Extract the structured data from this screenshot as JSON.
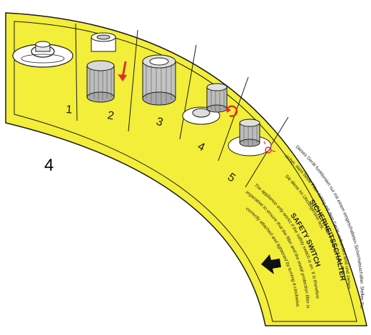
{
  "page_number": "4",
  "colors": {
    "label_yellow": "#f2ee3a",
    "ink": "#1a1a1a",
    "arrow_red": "#e0302a",
    "bin_grey": "#d8d8d8"
  },
  "steps": [
    {
      "number": "1",
      "icon": "vacuum-base-icon"
    },
    {
      "number": "2",
      "icon": "filter-insert-icon"
    },
    {
      "number": "3",
      "icon": "cartridge-filter-icon"
    },
    {
      "number": "4",
      "icon": "filter-twist-lock-icon"
    },
    {
      "number": "5",
      "icon": "safety-switch-check-icon"
    }
  ],
  "warning": {
    "title_de": "SICHERHEITSSCHALTER",
    "text_de_1": "Dieses Gerät funktioniert nur mit einem eingeschalteten Sicherheitsschalter. Stellen Sie",
    "text_de_2": "sicher, dass beide Filter richtig mit dem Gerät verbunden sind und ziehen",
    "text_de_3": "Sie diese im Uhrzeigersinn fest.",
    "title_en": "SAFETY SWITCH",
    "text_en_1": "The appliance only works if the safety switch is on. It is therefore",
    "text_en_2": "imperative to ensure that the filter and the metal protection filter is",
    "text_en_3": "correctly attached and tightened by turning it clockwise."
  },
  "arrow_icon": "black-arrow-left-icon"
}
